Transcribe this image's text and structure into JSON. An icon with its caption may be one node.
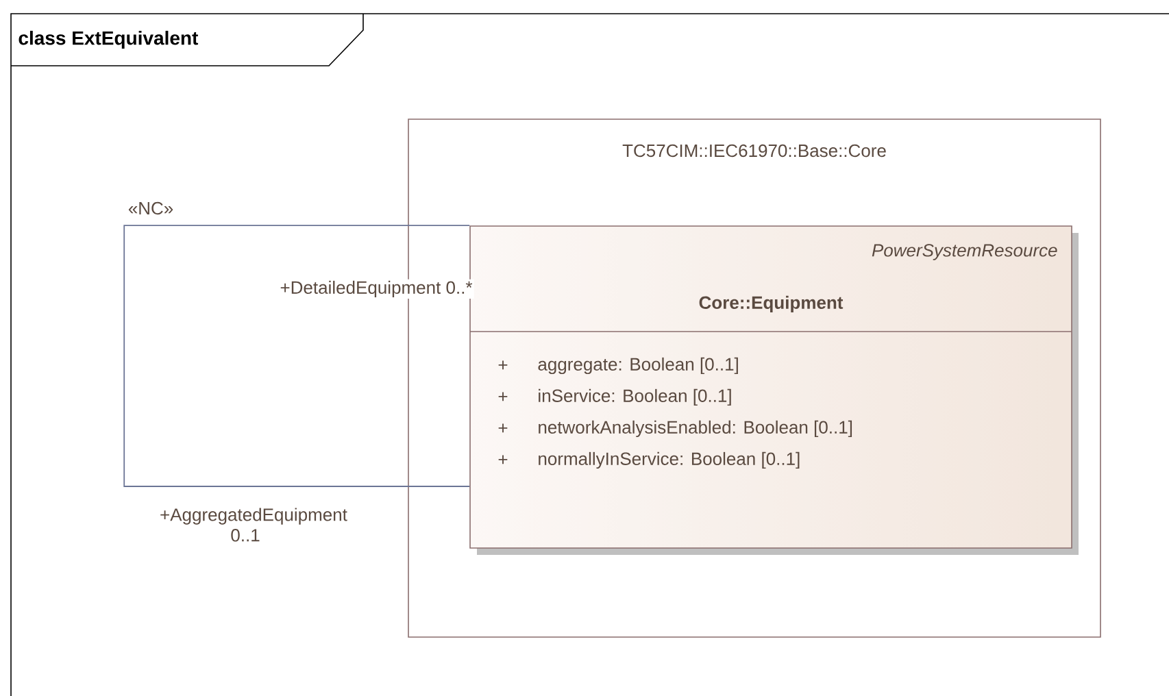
{
  "diagram": {
    "title": "class ExtEquivalent",
    "nodes": [
      {
        "text": [
          "TC57CIM::IEC61970::Base::Core"
        ]
      },
      {
        "text": [
          "PowerSystemResource",
          "Core::Equipment",
          "+",
          "aggregate: Boolean [0..1]",
          "+",
          "inService: Boolean [0..1]",
          "+",
          "networkAnalysisEnabled: Boolean [0..1]",
          "+",
          "normallyInService: Boolean [0..1]"
        ],
        "in": 0
      }
    ],
    "edges": [
      {
        "from": 1,
        "to": 1,
        "arrow": "none",
        "label": "«NC»"
      }
    ],
    "labels": [
      "+DetailedEquipment 0..*",
      "+AggregatedEquipment 0..1"
    ]
  }
}
